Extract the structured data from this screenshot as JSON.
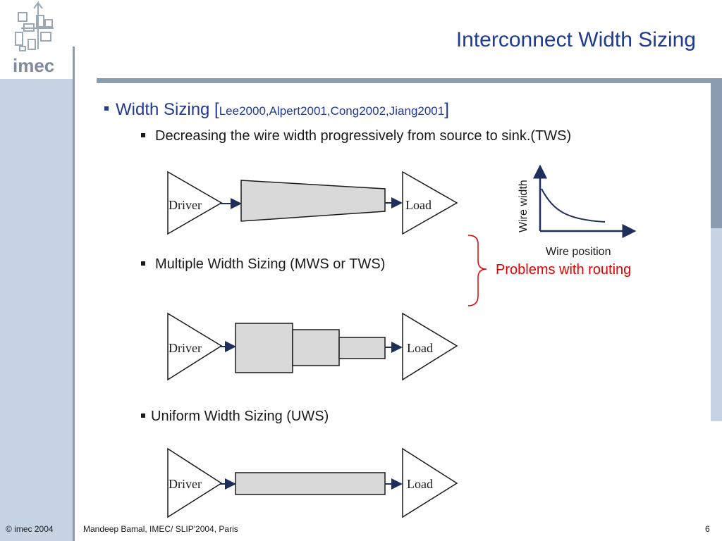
{
  "slide": {
    "title": "Interconnect Width Sizing",
    "logo": "imec",
    "bullet": {
      "label": "Width Sizing [",
      "refs": "Lee2000,Alpert2001,Cong2002,Jiang2001",
      "close": "]"
    },
    "sub1": "Decreasing the wire width progressively from source to sink.(TWS)",
    "sub2": "Multiple Width Sizing (MWS or TWS)",
    "sub3": "Uniform Width Sizing (UWS)",
    "problems": "Problems with routing",
    "graph": {
      "ylabel": "Wire width",
      "xlabel": "Wire position"
    },
    "diagram_labels": {
      "driver": "Driver",
      "load": "Load"
    }
  },
  "footer": {
    "copyright": "© imec 2004",
    "author": "Mandeep Bamal, IMEC/ SLIP'2004, Paris",
    "page": "6"
  },
  "colors": {
    "title_blue": "#1f3a93",
    "sidebar": "#c6d3e3",
    "rule": "#8a9cb0",
    "alert_red": "#e00000",
    "wire_fill": "#d9d9d9",
    "arrow_navy": "#1f2f5c"
  }
}
